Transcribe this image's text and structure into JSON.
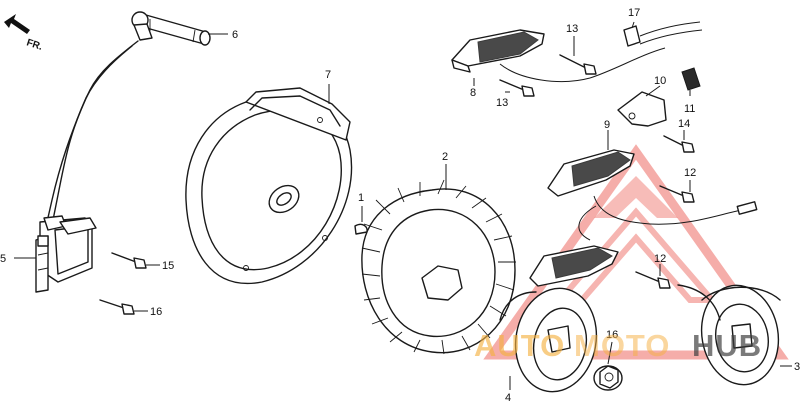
{
  "direction_label": "FR.",
  "parts": [
    {
      "id": "p1",
      "number": "1"
    },
    {
      "id": "p2",
      "number": "2"
    },
    {
      "id": "p3",
      "number": "3"
    },
    {
      "id": "p4",
      "number": "4"
    },
    {
      "id": "p5",
      "number": "5"
    },
    {
      "id": "p6",
      "number": "6"
    },
    {
      "id": "p7",
      "number": "7"
    },
    {
      "id": "p8",
      "number": "8"
    },
    {
      "id": "p9",
      "number": "9"
    },
    {
      "id": "p10",
      "number": "10"
    },
    {
      "id": "p11",
      "number": "11"
    },
    {
      "id": "p12a",
      "number": "12"
    },
    {
      "id": "p12b",
      "number": "12"
    },
    {
      "id": "p13a",
      "number": "13"
    },
    {
      "id": "p13b",
      "number": "13"
    },
    {
      "id": "p14",
      "number": "14"
    },
    {
      "id": "p15a",
      "number": "15"
    },
    {
      "id": "p15b",
      "number": "15"
    },
    {
      "id": "p16",
      "number": "16"
    },
    {
      "id": "p17",
      "number": "17"
    }
  ],
  "watermark": {
    "part1": "AUTO",
    "part2": "MOTO",
    "part3": "HUB",
    "color_orange": "#f5b041",
    "color_red": "#e8463c",
    "color_dark": "#3c3c3c"
  }
}
